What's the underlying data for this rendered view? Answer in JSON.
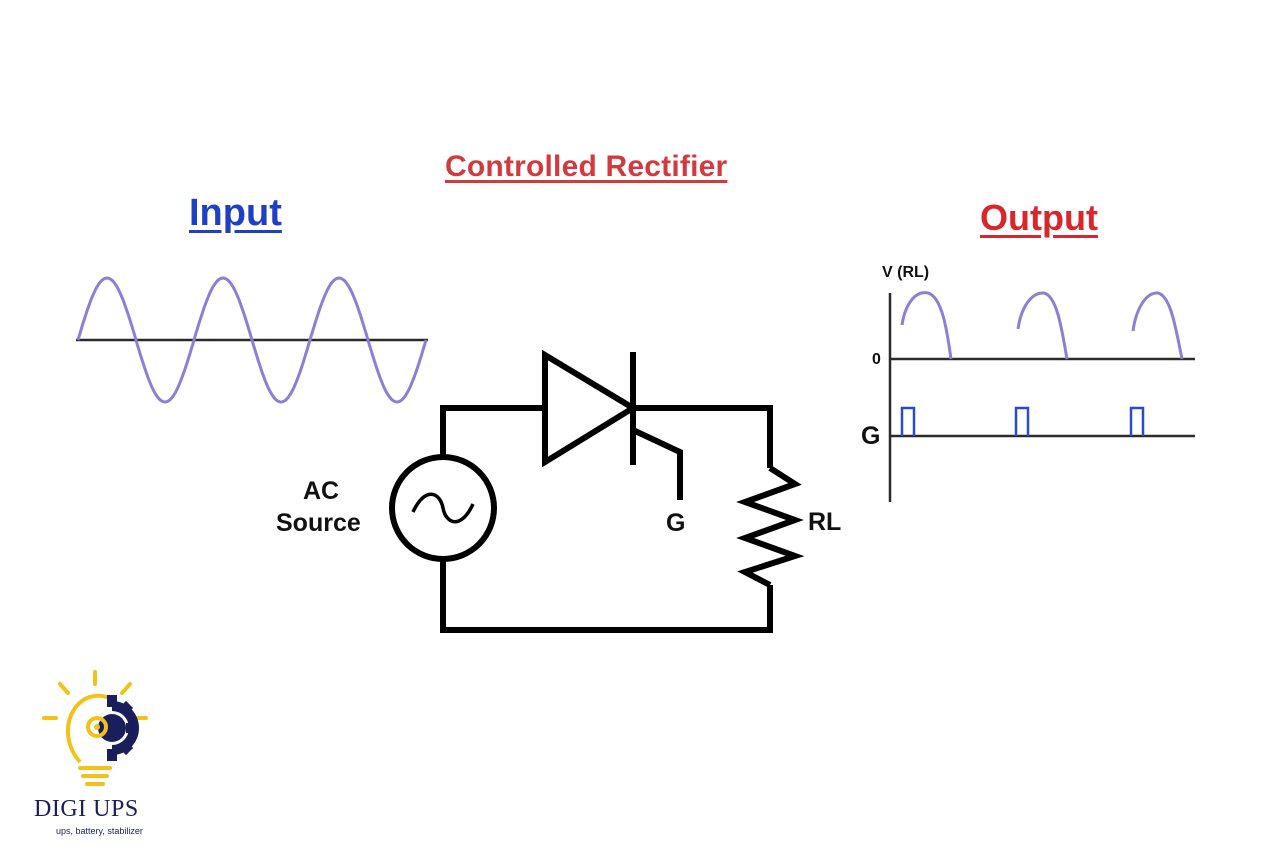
{
  "title": "Controlled Rectifier",
  "input_label": "Input",
  "output_label": "Output",
  "circuit": {
    "source_label_line1": "AC",
    "source_label_line2": "Source",
    "gate_label": "G",
    "load_label": "RL"
  },
  "output_graph": {
    "y_axis_label": "V (RL)",
    "zero_label": "0",
    "gate_row_label": "G"
  },
  "logo": {
    "brand_name": "DIGI UPS",
    "tagline": "ups, battery, stabilizer"
  },
  "colors": {
    "title": "#d23a3f",
    "input": "#1f3fc4",
    "output": "#d8262c",
    "waveform": "#8b7fd6",
    "gate_pulse": "#2a4bd0",
    "logo_yellow": "#f2c218",
    "logo_navy": "#1a1f5c"
  }
}
